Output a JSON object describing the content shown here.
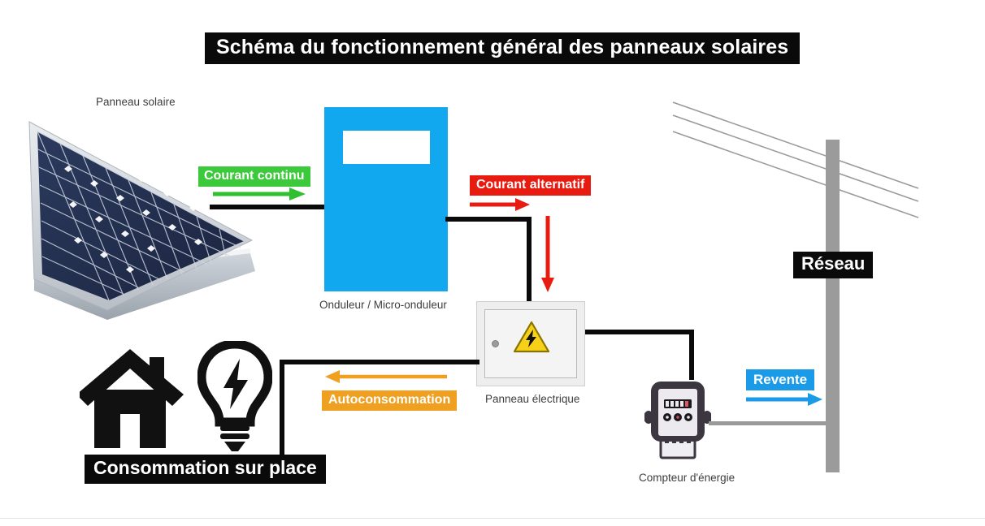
{
  "title": "Schéma du fonctionnement général des panneaux solaires",
  "captions": {
    "solar_panel": "Panneau solaire",
    "inverter": "Onduleur / Micro-onduleur",
    "electrical_panel": "Panneau électrique",
    "meter": "Compteur d'énergie"
  },
  "badges": {
    "dc": "Courant continu",
    "ac": "Courant alternatif",
    "self_consumption": "Autoconsommation",
    "resale": "Revente",
    "grid": "Réseau",
    "on_site_consumption": "Consommation sur place"
  },
  "colors": {
    "title_bg": "#0a0a0a",
    "dc_green": "#3cc93c",
    "ac_red": "#e81b10",
    "self_orange": "#f0a020",
    "resale_blue": "#1b9ae8",
    "inverter_blue": "#12a8f0",
    "wire_black": "#0a0a0a",
    "grid_gray": "#9b9b9b",
    "warning_yellow": "#f7d117",
    "panel_cell": "#232f4e"
  },
  "icons": {
    "warning": "electrical-hazard-triangle",
    "house": "house-silhouette",
    "bulb": "lightbulb-with-bolt",
    "meter": "electricity-meter"
  }
}
